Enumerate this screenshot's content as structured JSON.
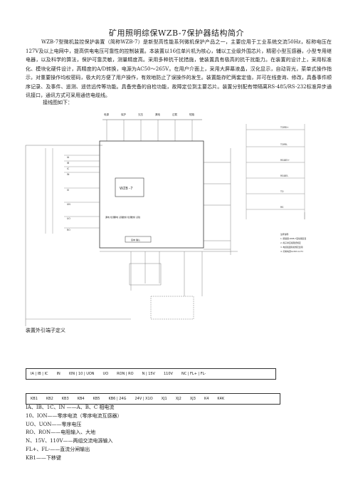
{
  "doc": {
    "title": "矿用照明综保WZB-7保护器结构简介",
    "intro": "WZB-7型微机监控保护装置（简称WZB-7）是新型高性能系列微机保护产品之一，主要应用于工业系统交流50Hz，标称电压在127V及以上电网中，提高供电电压可靠性的控制装置。本装置以16位单片机为核心，辅以工业级外围芯片，精密小型互感器，小型专用继电器，以及科学的算法，保护可靠灵敏，测量精度高。采用多种抗干扰措施，使装置具有极高的抗干扰能力。在装置的设计上，采用标准化、模块化硬件设计，高精度的A/D转换，电源为AC50～265V。在用户介面上，采用大屏幕液晶，汉化显示，自动背光，菜单式操作指示，对重要操作均权密码，极大的方便了用户操作，有效地防止了误操作的发生。装置能存贮两套定值，并可在线查询、修改，具备事件顺序记录、及事件、遥测、遥信远传等功能。具备完备的自检功能，故障定位到主要芯片。装置分别配有带隔离RS-485/RS-232标准异步通讯接口，通讯方式可采用通信电缆线。",
    "diagram_caption": "接线图如下：",
    "terminal_title": "装置外引端子定义"
  },
  "diagram": {
    "device_label": "WZB -7",
    "top_labels": [
      "电源",
      "保护",
      "欠压",
      "漏电",
      "过载",
      "短路"
    ],
    "right_labels": [
      "TORR+",
      "TORR-",
      "RS485+",
      "RS485-",
      "TO",
      "RS"
    ],
    "left_labels": [
      "IA",
      "IB",
      "IC",
      "IN",
      "I0",
      "UN",
      "UO",
      "RO"
    ],
    "panel_labels": [
      "漏电\n检测",
      "漏电\n试验",
      "绝缘\n检测",
      "绝缘\n试验"
    ],
    "bottom_buttons": "菜单  确认",
    "notes": [
      "注释说明:",
      "1. 断路器:WZB-7型综保装置",
      "2. 端子排应按图纸规定",
      "3. 电缆截面积按规定选用",
      "4. 控制电源AC36V-127V"
    ]
  },
  "terminals": {
    "row1": [
      "IA | IB | IC",
      "IN",
      "I0N | 10 | UON",
      "UO",
      "RON | RO",
      "N | 15V",
      "110V",
      "NC | FL+ | FL-"
    ],
    "row2": [
      "KB1",
      "KB2",
      "KB3",
      "KB4",
      "KB5",
      "KB6 | 24G",
      "24V | X1O",
      "XJ1",
      "XJ2",
      "XJ3",
      "K4",
      "K4K"
    ]
  },
  "definitions": [
    "IA、IB、1C、IN ——A、B、C 相电流",
    "10、ION——零序电流（零序电流互感器）",
    "UO、UON——零序电压",
    "RO、RON——电阻输入、大地",
    "N、15V、110V——两组交流电源输入",
    "FL+、FL-——直流分闸输出",
    "KB1——下移键"
  ]
}
